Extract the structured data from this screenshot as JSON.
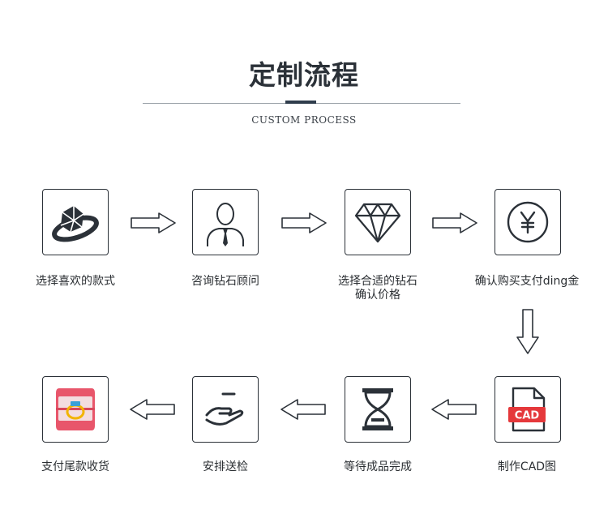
{
  "header": {
    "title": "定制流程",
    "subtitle": "CUSTOM PROCESS"
  },
  "steps": [
    {
      "label": "选择喜欢的款式",
      "icon": "ring-icon"
    },
    {
      "label": "咨询钻石顾问",
      "icon": "consultant-icon"
    },
    {
      "label": "选择合适的钻石",
      "label2": "确认价格",
      "icon": "diamond-icon"
    },
    {
      "label": "确认购买支付ding金",
      "icon": "yuan-coin-icon"
    },
    {
      "label": "制作CAD图",
      "icon": "cad-file-icon",
      "badge": "CAD"
    },
    {
      "label": "等待成品完成",
      "icon": "hourglass-icon"
    },
    {
      "label": "安排送检",
      "icon": "hand-icon"
    },
    {
      "label": "支付尾款收货",
      "icon": "ring-box-icon"
    }
  ],
  "colors": {
    "border": "#2b3138",
    "cad_badge": "#e5383b",
    "ring_box": "#e8566b",
    "ring_gold": "#f2b400",
    "ring_gem": "#3aa0d8"
  }
}
